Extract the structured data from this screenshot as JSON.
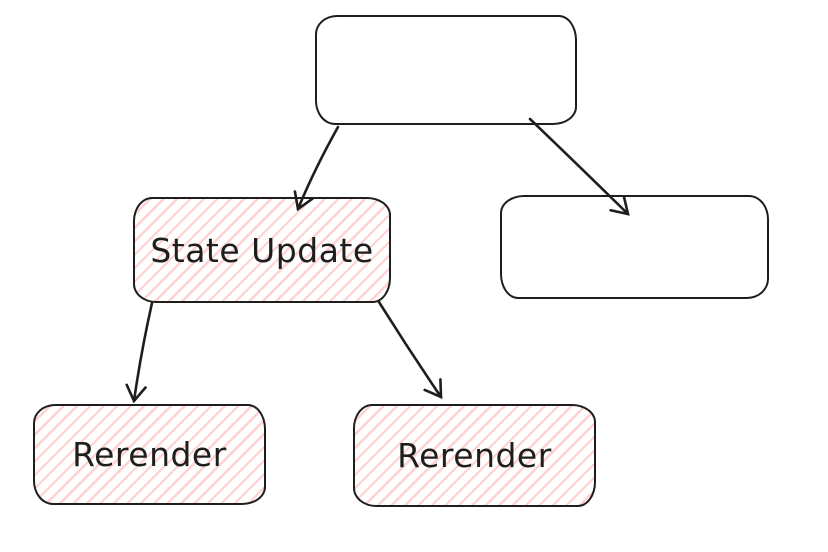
{
  "diagram": {
    "type": "tree",
    "nodes": {
      "root": {
        "label": "",
        "fill": "none"
      },
      "state_update": {
        "label": "State Update",
        "fill": "hatch"
      },
      "right_child": {
        "label": "",
        "fill": "none"
      },
      "rerender_left": {
        "label": "Rerender",
        "fill": "hatch"
      },
      "rerender_right": {
        "label": "Rerender",
        "fill": "hatch"
      }
    },
    "edges": [
      {
        "from": "root",
        "to": "state_update"
      },
      {
        "from": "root",
        "to": "right_child"
      },
      {
        "from": "state_update",
        "to": "rerender_left"
      },
      {
        "from": "state_update",
        "to": "rerender_right"
      }
    ],
    "colors": {
      "stroke": "#1e1e1e",
      "hatch_fill": "#ffc9c9",
      "background": "#ffffff"
    }
  }
}
